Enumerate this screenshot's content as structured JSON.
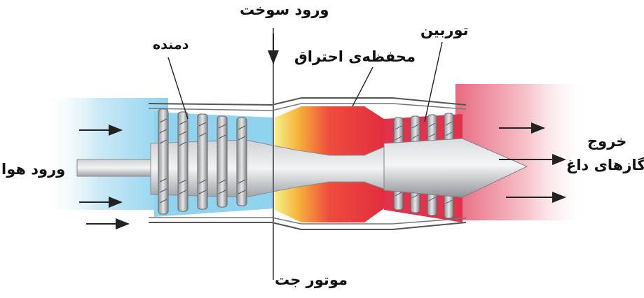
{
  "labels": {
    "fuel_inlet": "ورود سوخت",
    "compressor": "دمنده",
    "combustion_chamber": "محفظه‌ی احتراق",
    "turbine": "توربین",
    "air_inlet": "ورود هوا",
    "exit_line1": "خروج",
    "exit_line2": "گازهای داغ",
    "engine_title": "موتور جت"
  },
  "colors": {
    "cold_air": "#8fd3ee",
    "flame_core": "#e8343a",
    "flame_edge": "#f6d84a",
    "turbine_hot": "#e0324a",
    "hot_exhaust": "#f1a3ae",
    "metal": "#a9adb2"
  }
}
